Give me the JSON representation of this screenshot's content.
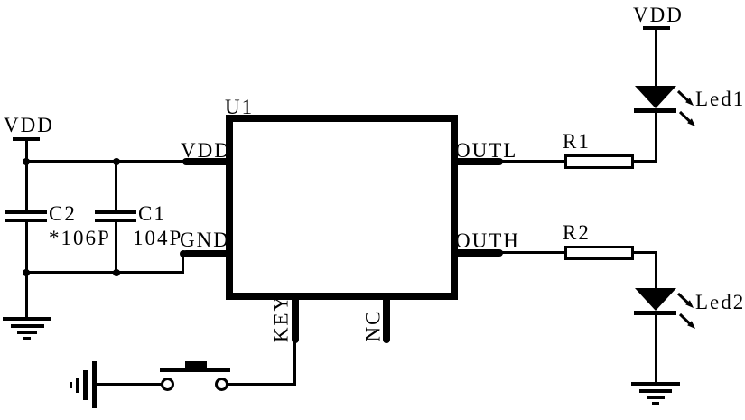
{
  "components": {
    "u1": {
      "ref": "U1",
      "pins": {
        "vdd": "VDD",
        "gnd": "GND",
        "outl": "OUTL",
        "outh": "OUTH",
        "key": "KEY",
        "nc": "NC"
      }
    },
    "c2": {
      "ref": "C2",
      "value": "*106P"
    },
    "c1": {
      "ref": "C1",
      "value": "104P"
    },
    "r1": {
      "ref": "R1"
    },
    "r2": {
      "ref": "R2"
    },
    "led1": {
      "ref": "Led1"
    },
    "led2": {
      "ref": "Led2"
    }
  },
  "power_rails": {
    "vdd_left": "VDD",
    "vdd_right": "VDD"
  },
  "colors": {
    "ink": "#000000",
    "paper": "#ffffff"
  }
}
